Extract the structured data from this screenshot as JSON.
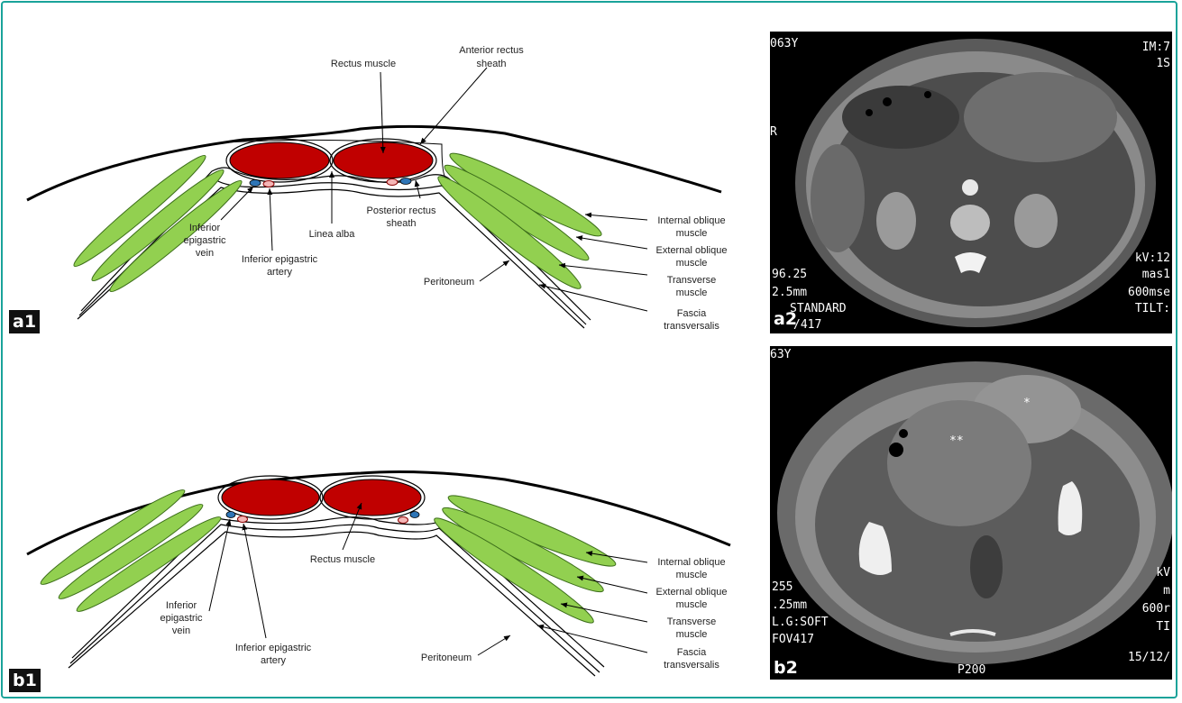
{
  "panel_a1": {
    "tag": "a1",
    "labels": {
      "rectus": "Rectus muscle",
      "anterior_sheath_1": "Anterior rectus",
      "anterior_sheath_2": "sheath",
      "posterior_sheath_1": "Posterior rectus",
      "posterior_sheath_2": "sheath",
      "linea_alba": "Linea alba",
      "vein_1": "Inferior",
      "vein_2": "epigastric",
      "vein_3": "vein",
      "artery_1": "Inferior epigastric",
      "artery_2": "artery",
      "internal_oblique_1": "Internal oblique",
      "internal_oblique_2": "muscle",
      "external_oblique_1": "External oblique",
      "external_oblique_2": "muscle",
      "transverse_1": "Transverse",
      "transverse_2": "muscle",
      "peritoneum": "Peritoneum",
      "fascia_1": "Fascia",
      "fascia_2": "transversalis"
    }
  },
  "panel_b1": {
    "tag": "b1",
    "labels": {
      "rectus": "Rectus muscle",
      "vein_1": "Inferior",
      "vein_2": "epigastric",
      "vein_3": "vein",
      "artery_1": "Inferior epigastric",
      "artery_2": "artery",
      "internal_oblique_1": "Internal oblique",
      "internal_oblique_2": "muscle",
      "external_oblique_1": "External oblique",
      "external_oblique_2": "muscle",
      "transverse_1": "Transverse",
      "transverse_2": "muscle",
      "peritoneum": "Peritoneum",
      "fascia_1": "Fascia",
      "fascia_2": "transversalis"
    }
  },
  "panel_a2": {
    "tag": "a2",
    "top_left_1": "063Y",
    "top_right_1": "IM:7",
    "top_right_2": "1S",
    "left_mid": "R",
    "bottom_left_1": "96.25",
    "bottom_left_2": "2.5mm",
    "bottom_left_3": "STANDARD",
    "bottom_left_4": "/417",
    "bottom_right_1": "kV:12",
    "bottom_right_2": "mas1",
    "bottom_right_3": "600mse",
    "bottom_right_4": "TILT:"
  },
  "panel_b2": {
    "tag": "b2",
    "top_left_1": "63Y",
    "bottom_left_1": "255",
    "bottom_left_2": ".25mm",
    "bottom_left_3": "L.G:SOFT",
    "bottom_left_4": "FOV417",
    "bottom_center": "P200",
    "bottom_right_1": "kV",
    "bottom_right_2": "m",
    "bottom_right_3": "600r",
    "bottom_right_4": "TI",
    "bottom_right_5": "15/12/",
    "mark_single": "*",
    "mark_double": "**"
  },
  "colors": {
    "frame": "#1aa39a",
    "rectus": "#c00000",
    "oblique": "#92d050",
    "vein": "#2e75b6",
    "artery": "#f4b6b6"
  }
}
